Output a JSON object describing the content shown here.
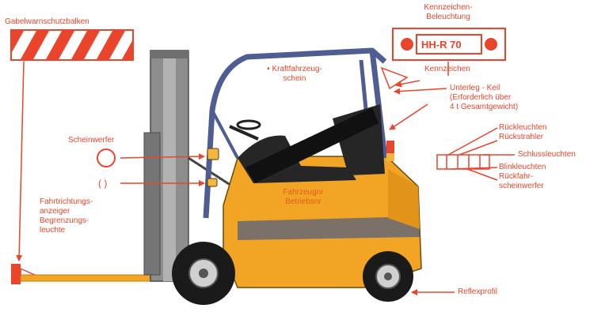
{
  "colors": {
    "annotation": "#e8452c",
    "truck_body": "#f2a524",
    "mast": "#8a8a8a",
    "cab_frame": "#4e5e93",
    "tyre": "#1a1a1a"
  },
  "labels": {
    "fork_guard": "Gabelwarnschutzbalken",
    "plate_title": "Kennzeichen-\nBeleuchtung",
    "plate_text": "HH-R 70",
    "plate_arrow": "Kennzeichen",
    "vehicle_mark": "• Kraftfahrzeug-\nschein",
    "wheel_chock": "Unterleg - Keil\n(Erforderlich über\n4 t Gesamtgewicht)",
    "headlight": "Scheinwerfer",
    "indicator_glyph": "( )",
    "direction_indicator": "Fahrtrichtungs-\nanzeiger\nBegrenzungs-\nleuchte",
    "body_sticker": "Fahrzeugnr\nBetriebsnr",
    "rear_lights": "Rückleuchten\nRückstrahler",
    "fog_light": "Schlussleuchten",
    "rear_signals": "Blinkleuchten\nRückfahr-\nscheinwerfer",
    "reflector_profile": "Reflexprofil"
  }
}
